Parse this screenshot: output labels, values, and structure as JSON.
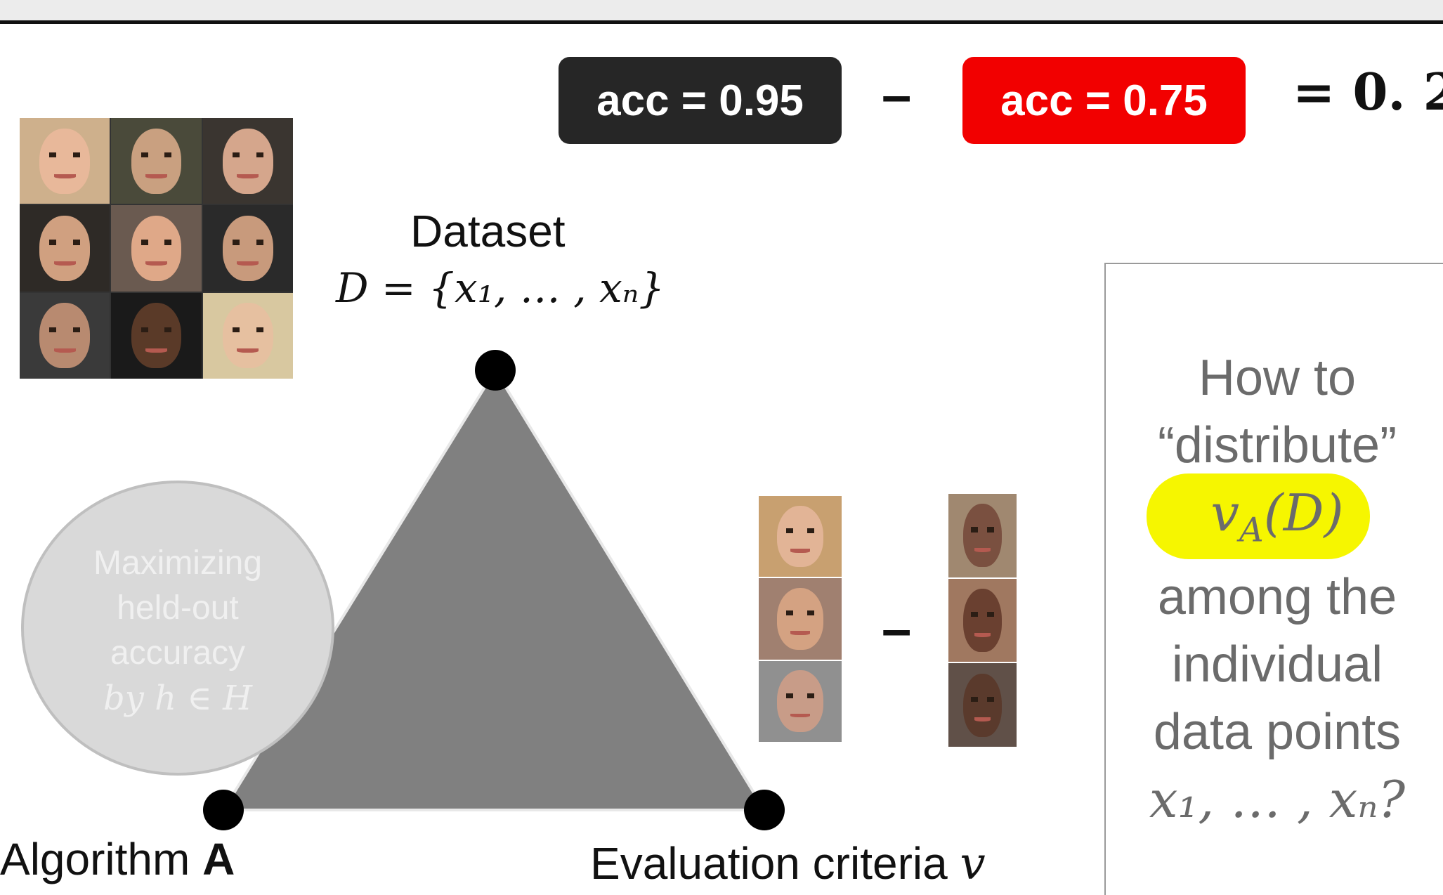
{
  "top_equation": {
    "left_pill": "acc = 0.95",
    "minus": "–",
    "right_pill": "acc = 0.75",
    "result": "= 0. 2",
    "left_color": "#262626",
    "right_color": "#f20000"
  },
  "dataset": {
    "title": "Dataset",
    "formula": "D = {x₁, … , xₙ}"
  },
  "circle": {
    "line1": "Maximizing",
    "line2": "held-out",
    "line3": "accuracy",
    "line4": "by h ∈ H"
  },
  "algorithm": {
    "label": "Algorithm ",
    "bold": "A"
  },
  "evaluation": {
    "label": "Evaluation criteria ",
    "var": "v"
  },
  "comparison_minus": "–",
  "question": {
    "line1": "How to",
    "line2": "“distribute”",
    "highlight": "v_A(D)",
    "line3": "among the",
    "line4": "individual",
    "line5": "data points",
    "line6": "x₁, … , xₙ?",
    "highlight_color": "#f6f600"
  },
  "face_grid": {
    "skin": [
      "#e8b89a",
      "#c9a080",
      "#d5a68c",
      "#d0a080",
      "#dfa888",
      "#c89a7c",
      "#b88a70",
      "#5a3a28",
      "#e6c0a0"
    ],
    "bg": [
      "#ceb08c",
      "#4a4a3a",
      "#3a3530",
      "#2e2a26",
      "#6a5a50",
      "#2a2a2a",
      "#3a3a3a",
      "#1a1a1a",
      "#d8c8a0"
    ]
  },
  "face_columns": {
    "left_skin": [
      "#e2b496",
      "#d4a282",
      "#c89c88"
    ],
    "left_bg": [
      "#c8a070",
      "#a08070",
      "#909090"
    ],
    "right_skin": [
      "#7a5040",
      "#6a4030",
      "#5a3a2c"
    ],
    "right_bg": [
      "#a08870",
      "#a07860",
      "#605048"
    ]
  }
}
